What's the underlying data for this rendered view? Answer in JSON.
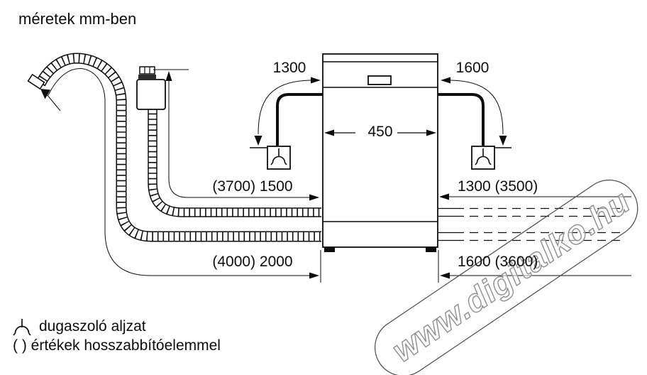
{
  "title": "méretek mm-ben",
  "dimensions": {
    "appliance_width": "450",
    "power_cord_left": "1300",
    "power_cord_right": "1600",
    "supply_hose_left": "(3700) 1500",
    "inlet_hose_right": "1300 (3500)",
    "drain_hose_left": "(4000) 2000",
    "outlet_hose_right": "1600 (3600)"
  },
  "legend": {
    "socket_label": "dugaszoló aljzat",
    "extension_note": "( ) értékek hosszabbítóelemmel"
  },
  "watermark": {
    "text": "www.digitalko.hu"
  },
  "icons": {
    "socket_symbol": "socket-symbol-icon",
    "tap_valve": "water-tap-valve-icon"
  },
  "colors": {
    "line": "#0d0d0d",
    "background": "#ffffff",
    "watermark_outline": "#8f8f8f",
    "watermark_capsule": "#4a4a4a"
  }
}
